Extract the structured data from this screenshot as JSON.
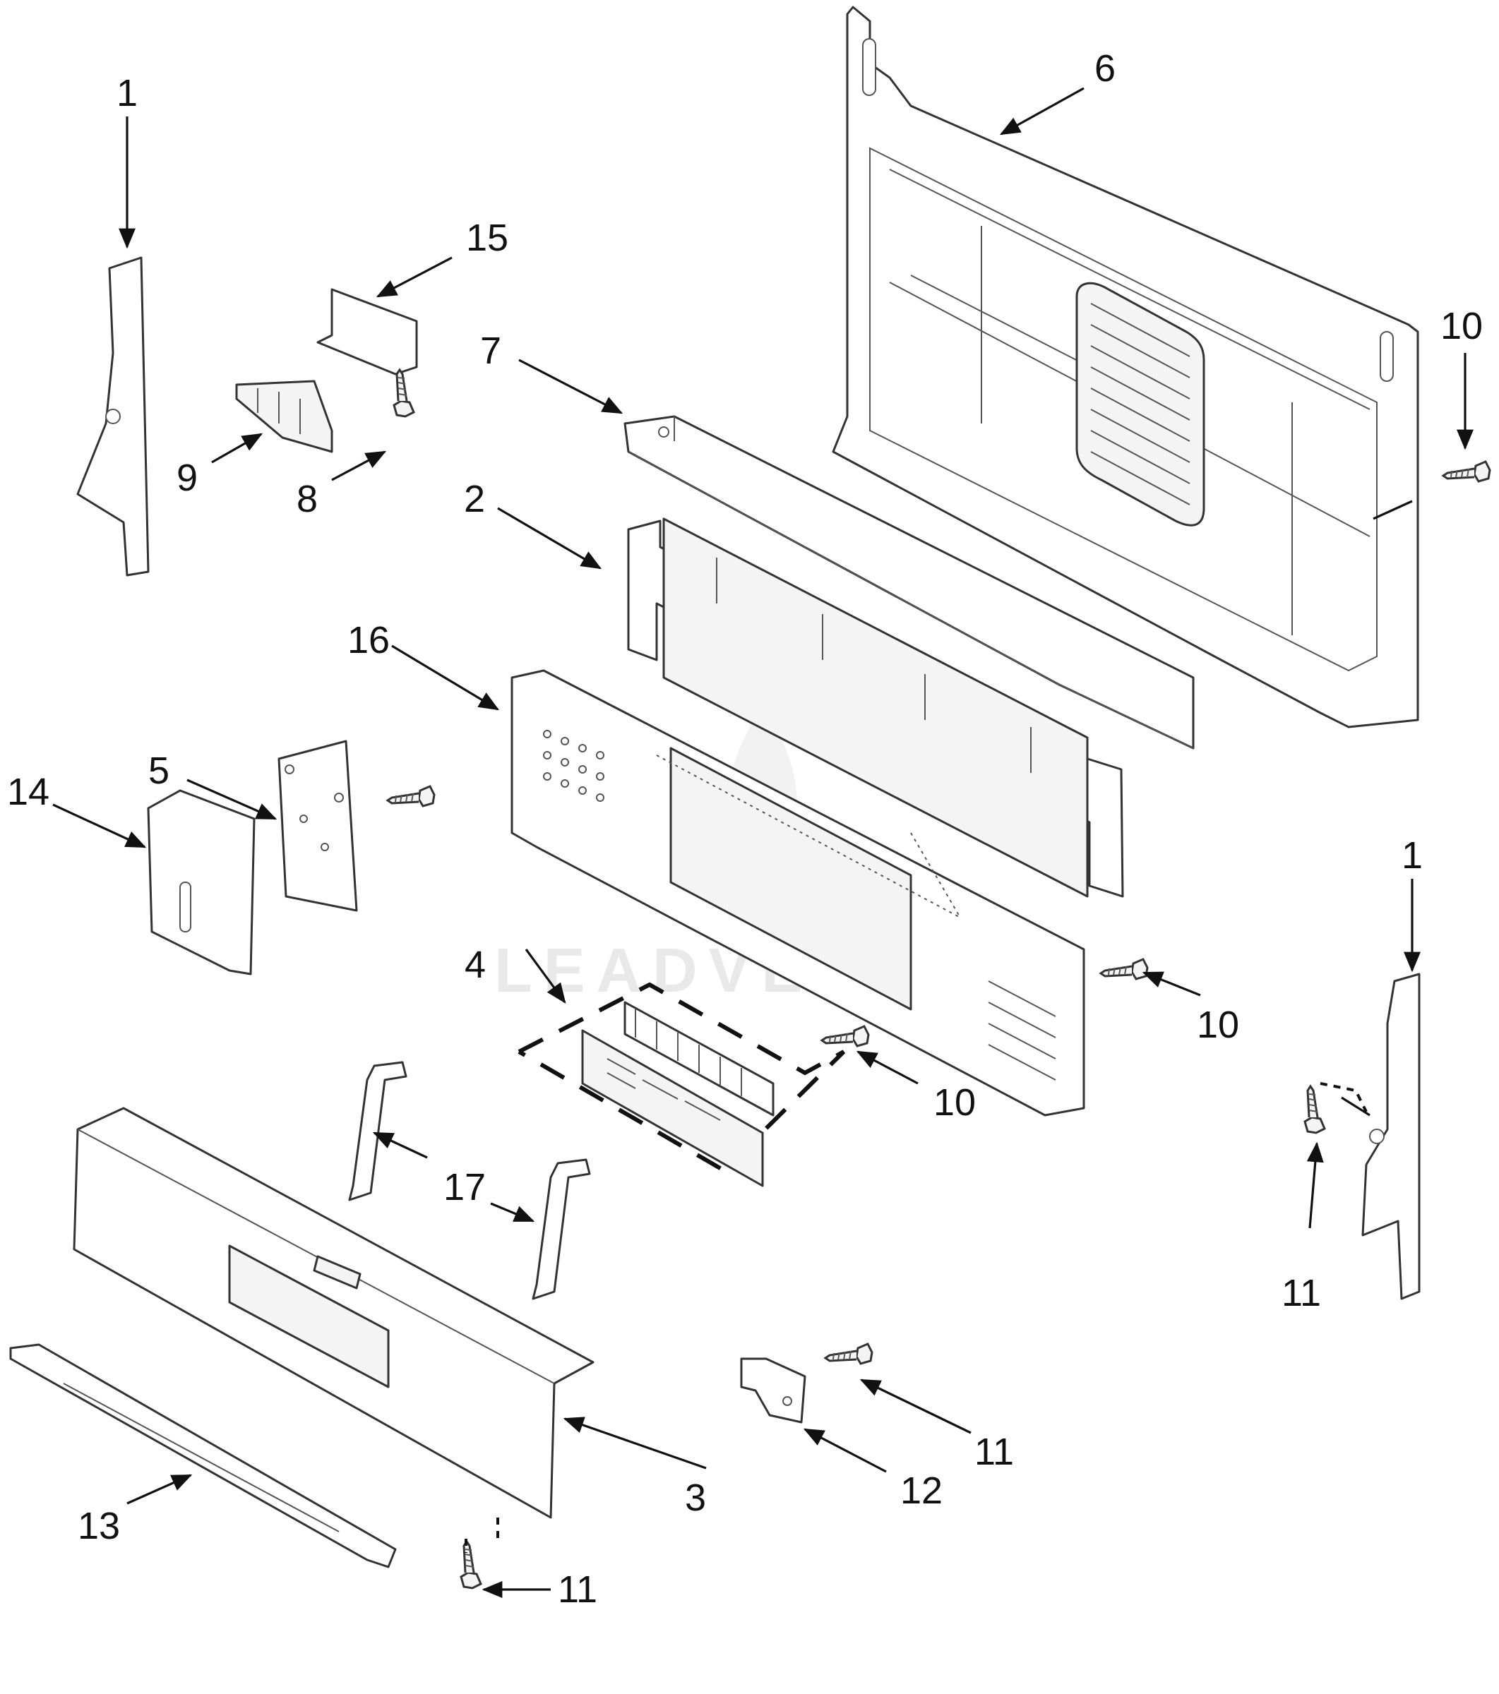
{
  "diagram": {
    "type": "exploded parts diagram",
    "colors": {
      "line": "#333333",
      "background": "#ffffff",
      "watermark": "#d8d8d8"
    },
    "watermark": "LEADVENTURE",
    "callouts": {
      "c1a": "1",
      "c1b": "1",
      "c2": "2",
      "c3": "3",
      "c4": "4",
      "c5": "5",
      "c6": "6",
      "c7": "7",
      "c8": "8",
      "c9": "9",
      "c10a": "10",
      "c10b": "10",
      "c10c": "10",
      "c11a": "11",
      "c11b": "11",
      "c11c": "11",
      "c12": "12",
      "c13": "13",
      "c14": "14",
      "c15": "15",
      "c16": "16",
      "c17": "17"
    }
  }
}
